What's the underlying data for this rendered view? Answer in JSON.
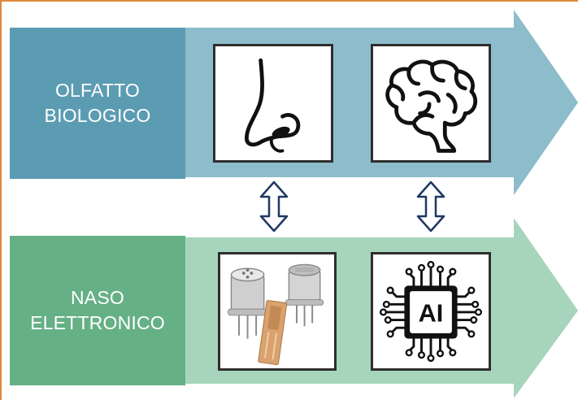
{
  "rows": [
    {
      "label_lines": [
        "OLFATTO",
        "BIOLOGICO"
      ],
      "label_color": "#5b9cb3",
      "arrow_color": "#8dbccb",
      "tiles": [
        {
          "icon": "nose-icon"
        },
        {
          "icon": "brain-icon"
        }
      ]
    },
    {
      "label_lines": [
        "NASO",
        "ELETTRONICO"
      ],
      "label_color": "#66b086",
      "arrow_color": "#a7d5bc",
      "tiles": [
        {
          "icon": "gas-sensors-photo"
        },
        {
          "icon": "ai-chip-icon",
          "badge": "AI"
        }
      ]
    }
  ],
  "connectors": [
    {
      "icon": "double-arrow-vertical-icon"
    },
    {
      "icon": "double-arrow-vertical-icon"
    }
  ],
  "colors": {
    "frame": "#e0893a",
    "outline": "#2e2e2e",
    "connector_stroke": "#1f3864"
  }
}
